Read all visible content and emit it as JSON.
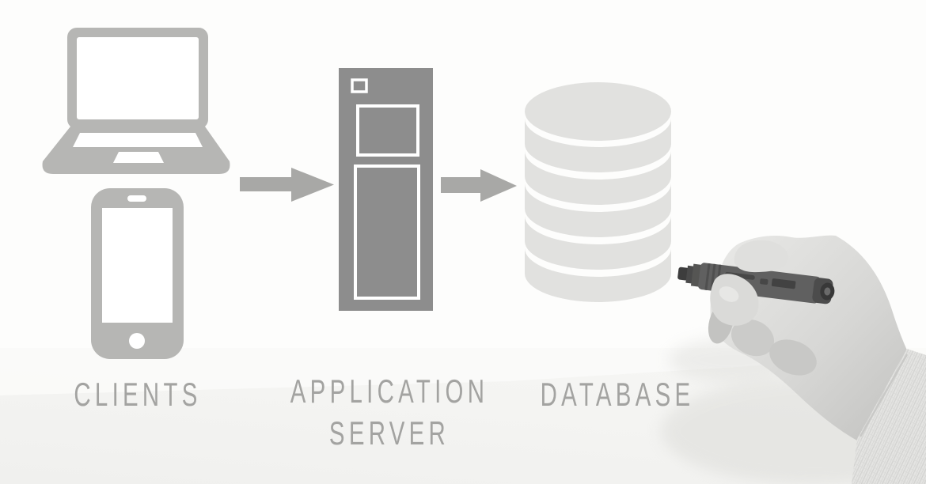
{
  "diagram": {
    "nodes": [
      {
        "id": "clients",
        "label": "CLIENTS",
        "icons": [
          "laptop-icon",
          "smartphone-icon"
        ]
      },
      {
        "id": "application-server",
        "label": "APPLICATION SERVER",
        "label_line1": "APPLICATION",
        "label_line2": "SERVER",
        "icons": [
          "server-tower-icon"
        ]
      },
      {
        "id": "database",
        "label": "DATABASE",
        "icons": [
          "database-cylinder-icon"
        ]
      }
    ],
    "connections": [
      {
        "from": "clients",
        "to": "application-server",
        "style": "solid-right-arrow"
      },
      {
        "from": "application-server",
        "to": "database",
        "style": "solid-right-arrow"
      }
    ]
  },
  "photo_overlay": {
    "elements": [
      "hand-holding-marker-pen",
      "shirt-cuff"
    ]
  },
  "colors": {
    "icon_gray": "#b6b6b4",
    "server_gray": "#8d8d8d",
    "database_gray": "#e1e1df",
    "arrow_gray": "#a8a8a6",
    "label_gray": "#a3a3a1",
    "marker_body": "#606060",
    "marker_dark": "#3d3d3d",
    "skin": "#d7d7d5",
    "skin_shadow": "#c3c3c1",
    "fabric": "#e3e3e1",
    "paper_shade": "#f0f0ee",
    "paper_shade_light": "#f7f7f5"
  }
}
